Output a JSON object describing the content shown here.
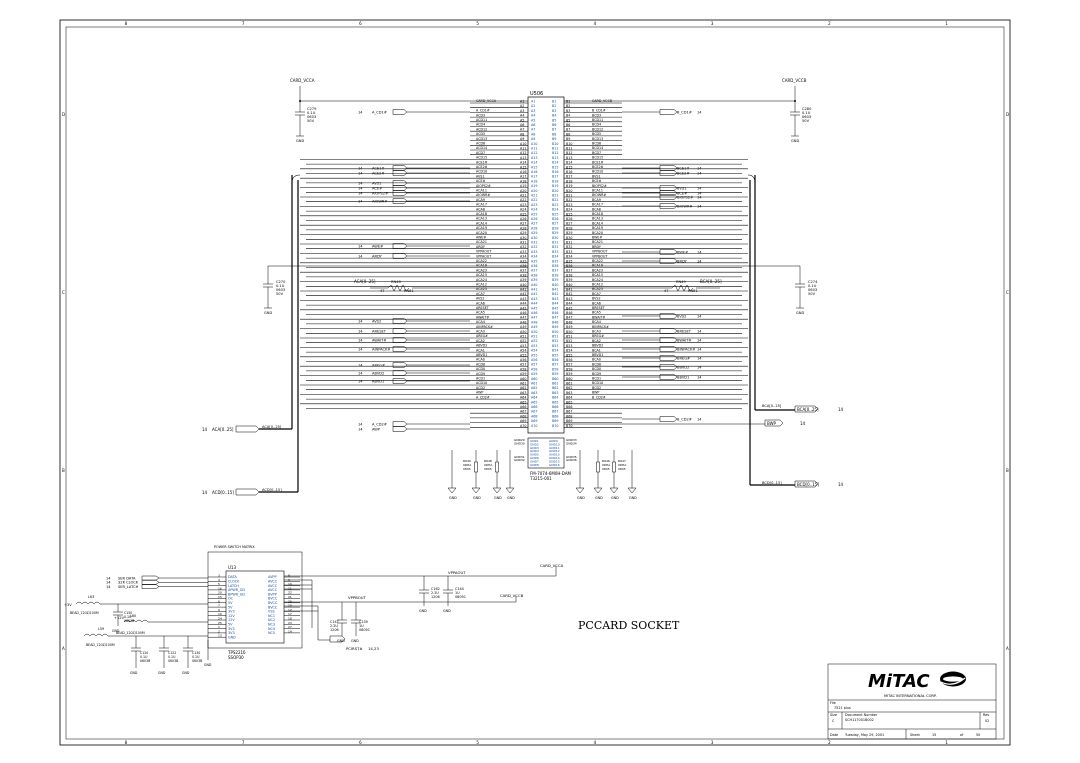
{
  "schematic": {
    "title": "PCCARD SOCKET",
    "connector": {
      "ref": "U506",
      "part": "FM-7074-6M0H-DAM",
      "part2": "T3215-001",
      "a_pins": [
        "A1",
        "A2",
        "A3",
        "A4",
        "A5",
        "A6",
        "A7",
        "A8",
        "A9",
        "A10",
        "A11",
        "A12",
        "A13",
        "A14",
        "A15",
        "A16",
        "A17",
        "A18",
        "A19",
        "A20",
        "A21",
        "A22",
        "A23",
        "A24",
        "A25",
        "A26",
        "A27",
        "A28",
        "A29",
        "A30",
        "A31",
        "A32",
        "A33",
        "A34",
        "A35",
        "A36",
        "A37",
        "A38",
        "A39",
        "A40",
        "A41",
        "A42",
        "A43",
        "A44",
        "A45",
        "A46",
        "A47",
        "A48",
        "A49",
        "A50",
        "A51",
        "A52",
        "A53",
        "A54",
        "A55",
        "A56",
        "A57",
        "A58",
        "A59",
        "A60",
        "A61",
        "A62",
        "A63",
        "A64",
        "A65",
        "A66",
        "A67",
        "A68",
        "A69",
        "A70"
      ],
      "b_pins": [
        "B1",
        "B2",
        "B3",
        "B4",
        "B5",
        "B6",
        "B7",
        "B8",
        "B9",
        "B10",
        "B11",
        "B12",
        "B13",
        "B14",
        "B15",
        "B16",
        "B17",
        "B18",
        "B19",
        "B20",
        "B21",
        "B22",
        "B23",
        "B24",
        "B25",
        "B26",
        "B27",
        "B28",
        "B29",
        "B30",
        "B31",
        "B32",
        "B33",
        "B34",
        "B35",
        "B36",
        "B37",
        "B38",
        "B39",
        "B40",
        "B41",
        "B42",
        "B43",
        "B44",
        "B45",
        "B46",
        "B47",
        "B48",
        "B49",
        "B50",
        "B51",
        "B52",
        "B53",
        "B54",
        "B55",
        "B56",
        "B57",
        "B58",
        "B59",
        "B60",
        "B61",
        "B62",
        "B63",
        "B64",
        "B65",
        "B66",
        "B67",
        "B68",
        "B69",
        "B70"
      ],
      "a_signals": [
        "CARD_VCCA",
        "",
        "A_CD1#",
        "ACD3",
        "ACD11",
        "ACD4",
        "ACD12",
        "ACD5",
        "ACD13",
        "ACD6",
        "ACD14",
        "ACD7",
        "ACD15",
        "ACE1#",
        "ACE2#",
        "ACD10",
        "AVS1",
        "ACE#",
        "AIOPS2#",
        "ACA11",
        "AIOWR#",
        "ACA9",
        "ACA17",
        "ACA8",
        "ACA18",
        "ACA13",
        "ACA14",
        "ACA19",
        "ACA20",
        "AWE#",
        "ACA21",
        "ARDY",
        "VPPAOUT",
        "VPPAOUT",
        "ACA22",
        "ACA16",
        "ACA23",
        "ACA15",
        "ACA24",
        "ACA12",
        "ACA25",
        "ACA7",
        "AVS2",
        "ACA6",
        "ARESET",
        "ACA5",
        "AWAIT#",
        "ACA4",
        "AINPACK#",
        "ACA3",
        "AREG#",
        "ACA2",
        "ABVD2",
        "ACA1",
        "ABVD1",
        "ACA0",
        "ACD8",
        "ACD0",
        "ACD9",
        "ACD1",
        "ACD10",
        "ACD2",
        "AWP",
        "A_CD2#",
        "",
        "",
        "",
        "",
        "",
        ""
      ],
      "b_signals": [
        "CARD_VCCB",
        "",
        "B_CD1#",
        "BCD3",
        "BCD11",
        "BCD4",
        "BCD12",
        "BCD5",
        "BCD13",
        "BCD6",
        "BCD14",
        "BCD7",
        "BCD15",
        "BCE1#",
        "BCE2#",
        "BCD10",
        "BVS1",
        "BCE#",
        "BIOPS2#",
        "BCA11",
        "BIOWR#",
        "BCA9",
        "BCA17",
        "BCA8",
        "BCA18",
        "BCA13",
        "BCA14",
        "BCA19",
        "BCA20",
        "BWE#",
        "BCA21",
        "BRDY",
        "VPPBOUT",
        "VPPBOUT",
        "BCA22",
        "BCA16",
        "BCA23",
        "BCA15",
        "BCA24",
        "BCA12",
        "BCA25",
        "BCA7",
        "BVS2",
        "BCA6",
        "BRESET",
        "BCA5",
        "BWAIT#",
        "BCA4",
        "BINPACK#",
        "BCA3",
        "BREG#",
        "BCA2",
        "BBVD2",
        "BCA1",
        "BBVD1",
        "BCA0",
        "BCD8",
        "BCD0",
        "BCD9",
        "BCD1",
        "BCD10",
        "BCD2",
        "BWP",
        "B_CD2#",
        "",
        "",
        "",
        "",
        "",
        ""
      ],
      "gnd_pins_left": [
        "GND1",
        "GND2",
        "GND3",
        "GND4",
        "GND5",
        "GND6",
        "GND7",
        "GND8"
      ],
      "gnd_pins_right": [
        "GND9",
        "GND10",
        "GND11",
        "GND12",
        "GND13",
        "GND14",
        "GND15",
        "GND16"
      ],
      "gnd_labels": [
        "GND29",
        "GND30",
        "GND31",
        "GND32",
        "GND33",
        "GND34",
        "GND35",
        "GND36"
      ]
    },
    "left_ports": [
      {
        "sheet": "14",
        "name": "A_CD1#"
      },
      {
        "sheet": "14",
        "name": "ACE1#"
      },
      {
        "sheet": "14",
        "name": "ACE2#"
      },
      {
        "sheet": "14",
        "name": "AVS1"
      },
      {
        "sheet": "14",
        "name": "ACE#"
      },
      {
        "sheet": "14",
        "name": "AIOPS2#"
      },
      {
        "sheet": "14",
        "name": "AIOWR#"
      },
      {
        "sheet": "14",
        "name": "AWE#"
      },
      {
        "sheet": "14",
        "name": "ARDY"
      },
      {
        "sheet": "14",
        "name": "AVS2"
      },
      {
        "sheet": "14",
        "name": "ARESET"
      },
      {
        "sheet": "14",
        "name": "AWAIT#"
      },
      {
        "sheet": "14",
        "name": "AINPACK#"
      },
      {
        "sheet": "14",
        "name": "AREG#"
      },
      {
        "sheet": "14",
        "name": "ABVD2"
      },
      {
        "sheet": "14",
        "name": "ABVD1"
      },
      {
        "sheet": "14",
        "name": "A_CD2#"
      },
      {
        "sheet": "14",
        "name": "AWP"
      }
    ],
    "right_ports": [
      {
        "sheet": "14",
        "name": "B_CD1#"
      },
      {
        "sheet": "14",
        "name": "BCE1#"
      },
      {
        "sheet": "14",
        "name": "BCE2#"
      },
      {
        "sheet": "14",
        "name": "BVS1"
      },
      {
        "sheet": "14",
        "name": "BCE#"
      },
      {
        "sheet": "14",
        "name": "BIOPS2#"
      },
      {
        "sheet": "14",
        "name": "BIOWR#"
      },
      {
        "sheet": "14",
        "name": "BWE#"
      },
      {
        "sheet": "14",
        "name": "BRDY"
      },
      {
        "sheet": "14",
        "name": "BVS2"
      },
      {
        "sheet": "14",
        "name": "BRESET"
      },
      {
        "sheet": "14",
        "name": "BWAIT#"
      },
      {
        "sheet": "14",
        "name": "BINPACK#"
      },
      {
        "sheet": "14",
        "name": "BREG#"
      },
      {
        "sheet": "14",
        "name": "BBVD2"
      },
      {
        "sheet": "14",
        "name": "BBVD1"
      },
      {
        "sheet": "14",
        "name": "B_CD2#"
      }
    ],
    "buses": {
      "aca": {
        "sheet": "14",
        "name": "ACA[0..25]",
        "net": "ACA[0..25]"
      },
      "acd": {
        "sheet": "14",
        "name": "ACD[0..15]",
        "net": "ACD[0..15]"
      },
      "bca": {
        "sheet": "14",
        "name": "BCA[0..25]",
        "net": "BCA[0..25]"
      },
      "bcd": {
        "sheet": "14",
        "name": "BCD[0..15]",
        "net": "BCD[0..15]"
      },
      "bwp": {
        "sheet": "14",
        "name": "BWP"
      }
    },
    "power_labels": {
      "card_vcca": "CARD_VCCA",
      "card_vccb": "CARD_VCCB",
      "vppaout": "VPPAOUT",
      "vppbout": "VPPBOUT",
      "gnd": "GND",
      "plus3v": "+3V",
      "plus12v": "+12V"
    },
    "caps": {
      "c279": {
        "ref": "C279",
        "val": "0.1U",
        "pkg": "0603",
        "volt": "50V"
      },
      "c280": {
        "ref": "C280",
        "val": "0.1U",
        "pkg": "0603",
        "volt": "50V"
      },
      "c270": {
        "ref": "C270",
        "val": "0.1U",
        "pkg": "0603",
        "volt": "50V"
      },
      "c274": {
        "ref": "C274",
        "val": "0.1U",
        "pkg": "0603",
        "volt": "50V"
      },
      "c162": {
        "ref": "C162",
        "val": "2.2U",
        "pkg": "1206"
      },
      "c144": {
        "ref": "C144",
        "val": "1U",
        "pkg": "0805C"
      },
      "c147": {
        "ref": "C147",
        "val": "2.2U",
        "pkg": "1206"
      },
      "c139": {
        "ref": "C139",
        "val": "1U",
        "pkg": "0805C"
      },
      "c150": {
        "ref": "C150",
        "val": "0.1U",
        "pkg": "0603B"
      },
      "c120": {
        "ref": "C120",
        "val": "0.1U",
        "pkg": "0603B"
      },
      "c122": {
        "ref": "C122",
        "val": "0.1U",
        "pkg": "0603B"
      },
      "c130": {
        "ref": "C130",
        "val": "0.1U",
        "pkg": "0603B"
      }
    },
    "resistors_left": {
      "ref": "RN48",
      "val": "47",
      "label": "RN81"
    },
    "resistors_right": {
      "ref": "RN49",
      "val": "47",
      "label": "RN81"
    },
    "res_small": [
      {
        "ref": "R649",
        "val": "0RHA",
        "pkg": "0805"
      },
      {
        "ref": "R648",
        "val": "0RHA",
        "pkg": "0805"
      },
      {
        "ref": "R646",
        "val": "0RHA",
        "pkg": "0805"
      },
      {
        "ref": "R647",
        "val": "0RHA",
        "pkg": "0805"
      }
    ],
    "inductors": [
      {
        "ref": "L63",
        "part": "BEAD_120Z/100M"
      },
      {
        "ref": "L60",
        "part": "BEAD_120Z/100M"
      },
      {
        "ref": "L59",
        "part": "BEAD_120Z/100M"
      }
    ],
    "power_switch": {
      "heading": "POWER SWITCH MATRIX",
      "ref": "U13",
      "part": "TPS2216",
      "package": "SSOP30",
      "left_pins": [
        {
          "num": "3",
          "name": "DATA"
        },
        {
          "num": "4",
          "name": "CLOCK"
        },
        {
          "num": "5",
          "name": "LATCH"
        },
        {
          "num": "16",
          "name": "APWR_GD"
        },
        {
          "num": "20",
          "name": "BPWR_GD"
        },
        {
          "num": "15",
          "name": "OC"
        },
        {
          "num": "6",
          "name": "5V"
        },
        {
          "num": "7",
          "name": "5V"
        },
        {
          "num": "9",
          "name": "3V3"
        },
        {
          "num": "10",
          "name": "12V"
        },
        {
          "num": "24",
          "name": "12V"
        },
        {
          "num": "25",
          "name": "5V"
        },
        {
          "num": "1",
          "name": "3V3"
        },
        {
          "num": "2",
          "name": "3V3"
        },
        {
          "num": "13",
          "name": "GND"
        }
      ],
      "right_pins": [
        {
          "num": "8",
          "name": "AVPP"
        },
        {
          "num": "9",
          "name": "AVCC"
        },
        {
          "num": "10",
          "name": "AVCC"
        },
        {
          "num": "11",
          "name": "AVCC"
        },
        {
          "num": "22",
          "name": "BVPP"
        },
        {
          "num": "21",
          "name": "BVCC"
        },
        {
          "num": "20",
          "name": "BVCC"
        },
        {
          "num": "19",
          "name": "BVCC"
        },
        {
          "num": "12",
          "name": "VSS"
        },
        {
          "num": "17",
          "name": "NC1"
        },
        {
          "num": "18",
          "name": "NC2"
        },
        {
          "num": "23",
          "name": "NC3"
        },
        {
          "num": "27",
          "name": "NC4"
        },
        {
          "num": "14",
          "name": "NC5"
        }
      ],
      "inputs": [
        {
          "sheet": "14",
          "name": "SER DATA"
        },
        {
          "sheet": "14",
          "name": "32K CLOCK"
        },
        {
          "sheet": "14",
          "name": "SER_LATCH"
        }
      ],
      "pcirstn": {
        "name": "PCIRST#",
        "sheet": "14,23"
      }
    },
    "title_block": {
      "company": "MITAC INTERNATIONAL CORP.",
      "logo_text": "MiTAC",
      "file_label": "File",
      "file_value": "7521 plus",
      "size_label": "Size",
      "size_value": "C",
      "docnum_label": "Document Number",
      "docnum_value": "SCH117001B002",
      "rev_label": "Rev",
      "rev_value": "02",
      "date_label": "Date",
      "date_value": "Tuesday, May 29, 2001",
      "sheet_label": "Sheet",
      "sheet_value": "15",
      "of_label": "of",
      "of_value": "50"
    },
    "frame": {
      "cols": [
        "8",
        "7",
        "6",
        "5",
        "4",
        "3",
        "2",
        "1"
      ],
      "rows": [
        "D",
        "C",
        "B",
        "A"
      ]
    }
  }
}
